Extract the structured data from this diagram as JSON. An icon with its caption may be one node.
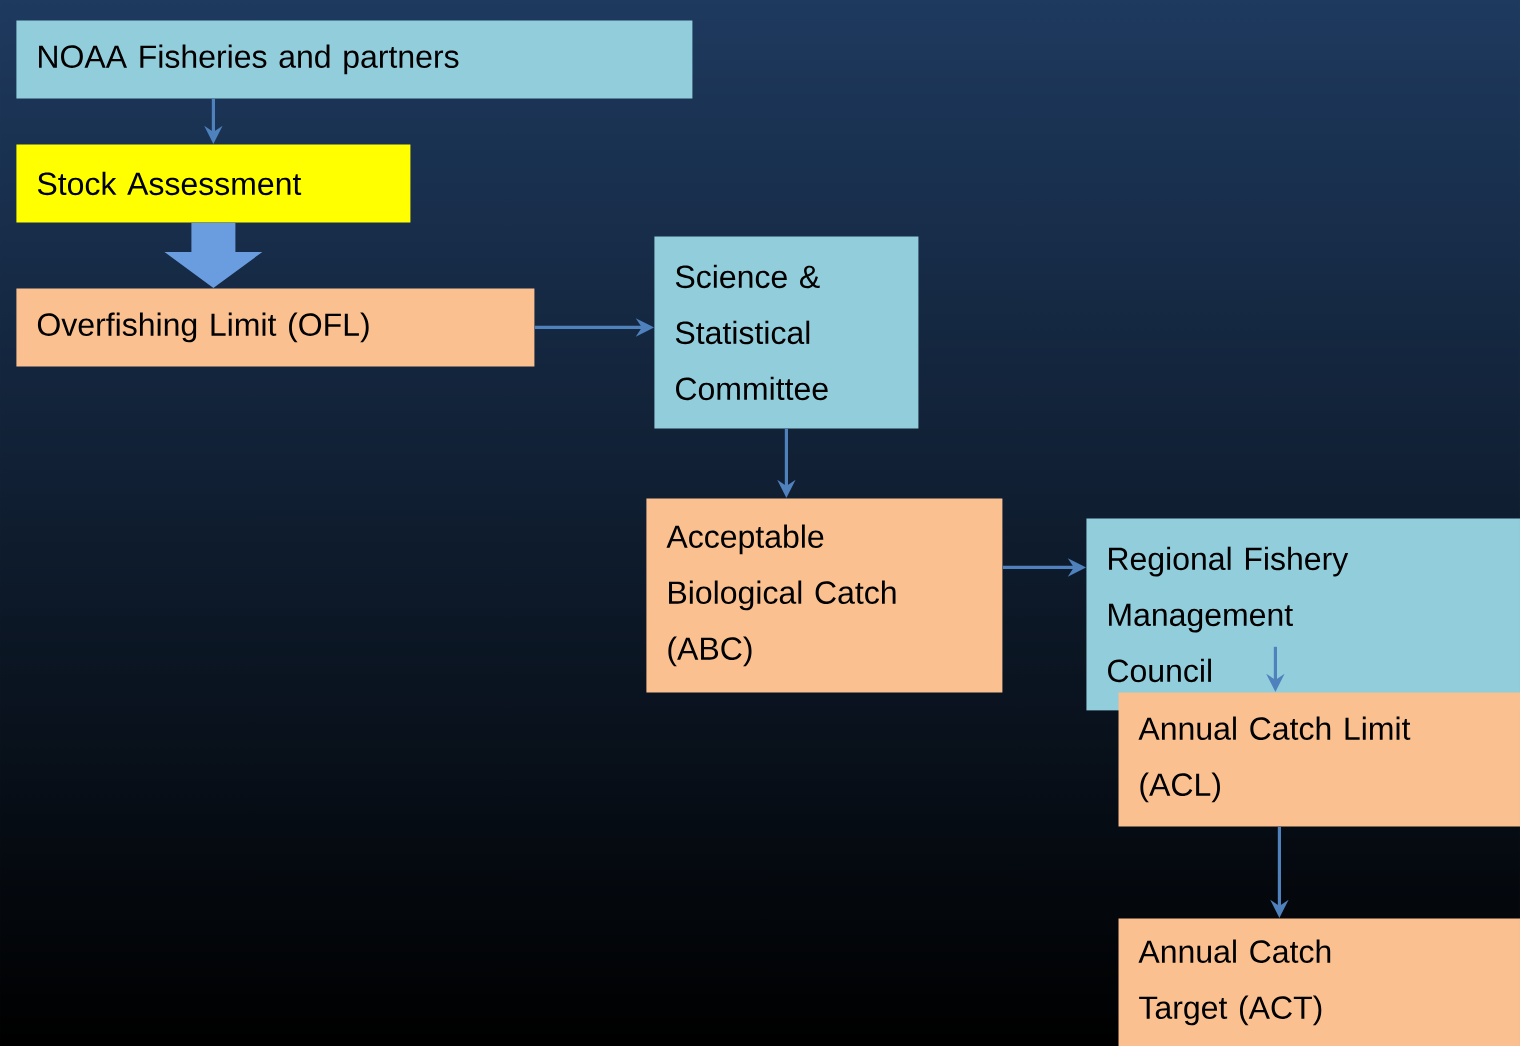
{
  "diagram": {
    "nodes": [
      {
        "text": [
          "NOAA Fisheries and partners"
        ]
      },
      {
        "text": [
          "Stock Assessment"
        ]
      },
      {
        "text": [
          "Overfishing Limit (OFL)"
        ]
      },
      {
        "text": [
          "Science & Statistical Committee"
        ]
      },
      {
        "text": [
          "Acceptable Biological Catch (ABC)"
        ]
      },
      {
        "text": [
          "Regional Fishery Management Council"
        ]
      },
      {
        "text": [
          "Annual Catch Limit (ACL)"
        ]
      },
      {
        "text": [
          "Annual Catch Target (ACT)"
        ]
      }
    ],
    "edges": [
      {
        "from": 0,
        "to": 1,
        "arrow": "to"
      },
      {
        "from": 1,
        "to": 2,
        "arrow": "to",
        "style": "thick"
      },
      {
        "from": 2,
        "to": 3,
        "arrow": "to"
      },
      {
        "from": 3,
        "to": 4,
        "arrow": "to"
      },
      {
        "from": 4,
        "to": 5,
        "arrow": "to"
      },
      {
        "from": 5,
        "to": 6,
        "arrow": "to"
      },
      {
        "from": 6,
        "to": 7,
        "arrow": "to"
      }
    ]
  }
}
